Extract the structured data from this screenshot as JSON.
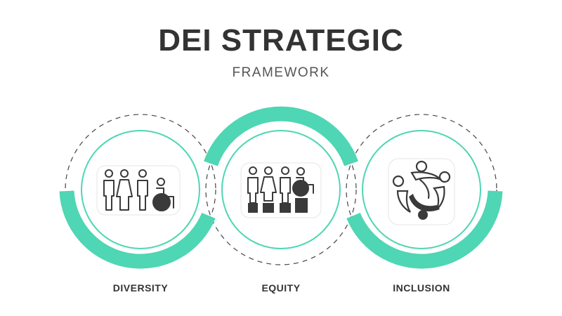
{
  "header": {
    "title": "DEI STRATEGIC",
    "subtitle": "FRAMEWORK"
  },
  "stages": [
    {
      "label": "DIVERSITY",
      "icon": "diverse-people-icon"
    },
    {
      "label": "EQUITY",
      "icon": "equity-podium-people-icon"
    },
    {
      "label": "INCLUSION",
      "icon": "linked-people-circle-icon"
    }
  ],
  "colors": {
    "accent": "#4fd6b4",
    "text": "#333333",
    "subtext": "#555555",
    "icon_dark": "#3a3a3a",
    "dash": "#444444"
  }
}
